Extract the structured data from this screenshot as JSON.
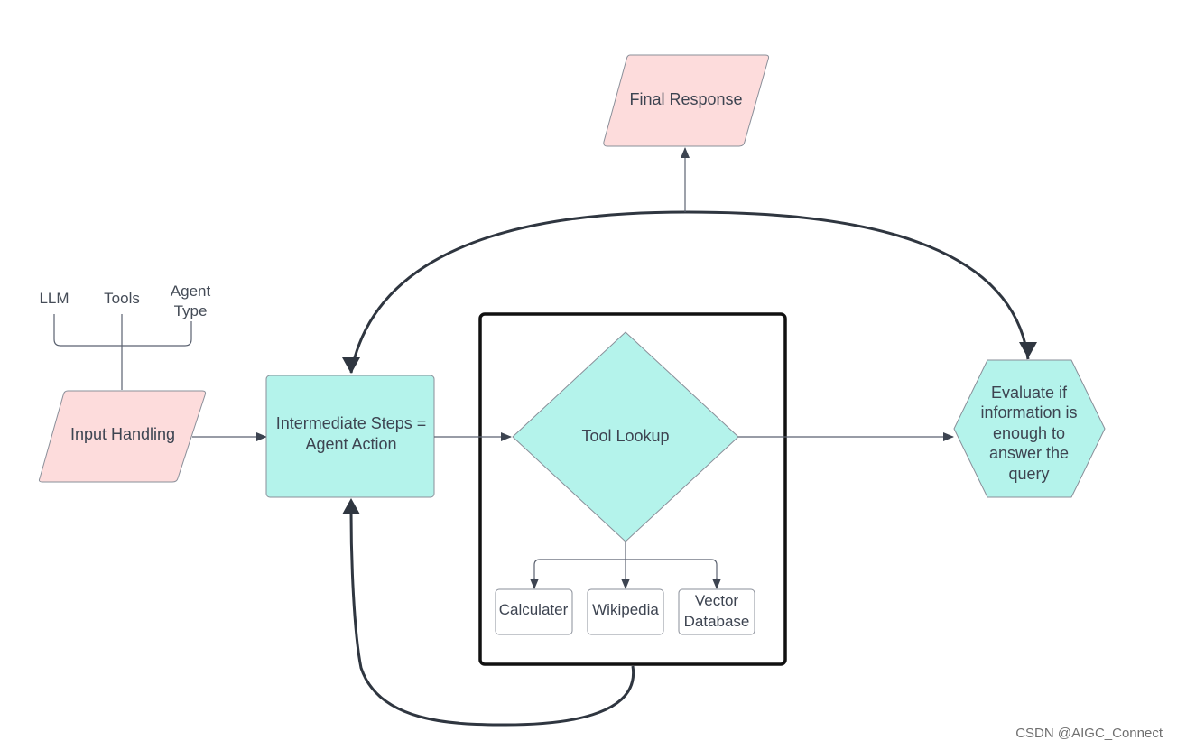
{
  "colors": {
    "pink_fill": "#fddcdc",
    "teal_fill": "#b4f3eb",
    "text": "#3d4451",
    "line": "#5b6270",
    "loop_line": "#2f3640",
    "frame": "#111111"
  },
  "inputs": {
    "llm": "LLM",
    "tools": "Tools",
    "agent_type_line1": "Agent",
    "agent_type_line2": "Type"
  },
  "nodes": {
    "input_handling": "Input Handling",
    "intermediate_line1": "Intermediate Steps =",
    "intermediate_line2": "Agent Action",
    "tool_lookup": "Tool Lookup",
    "final_response": "Final Response",
    "evaluate_lines": [
      "Evaluate if",
      "information is",
      "enough to",
      "answer the",
      "query"
    ]
  },
  "tools": {
    "calculater": "Calculater",
    "wikipedia": "Wikipedia",
    "vector_line1": "Vector",
    "vector_line2": "Database"
  },
  "watermark": "CSDN @AIGC_Connect"
}
